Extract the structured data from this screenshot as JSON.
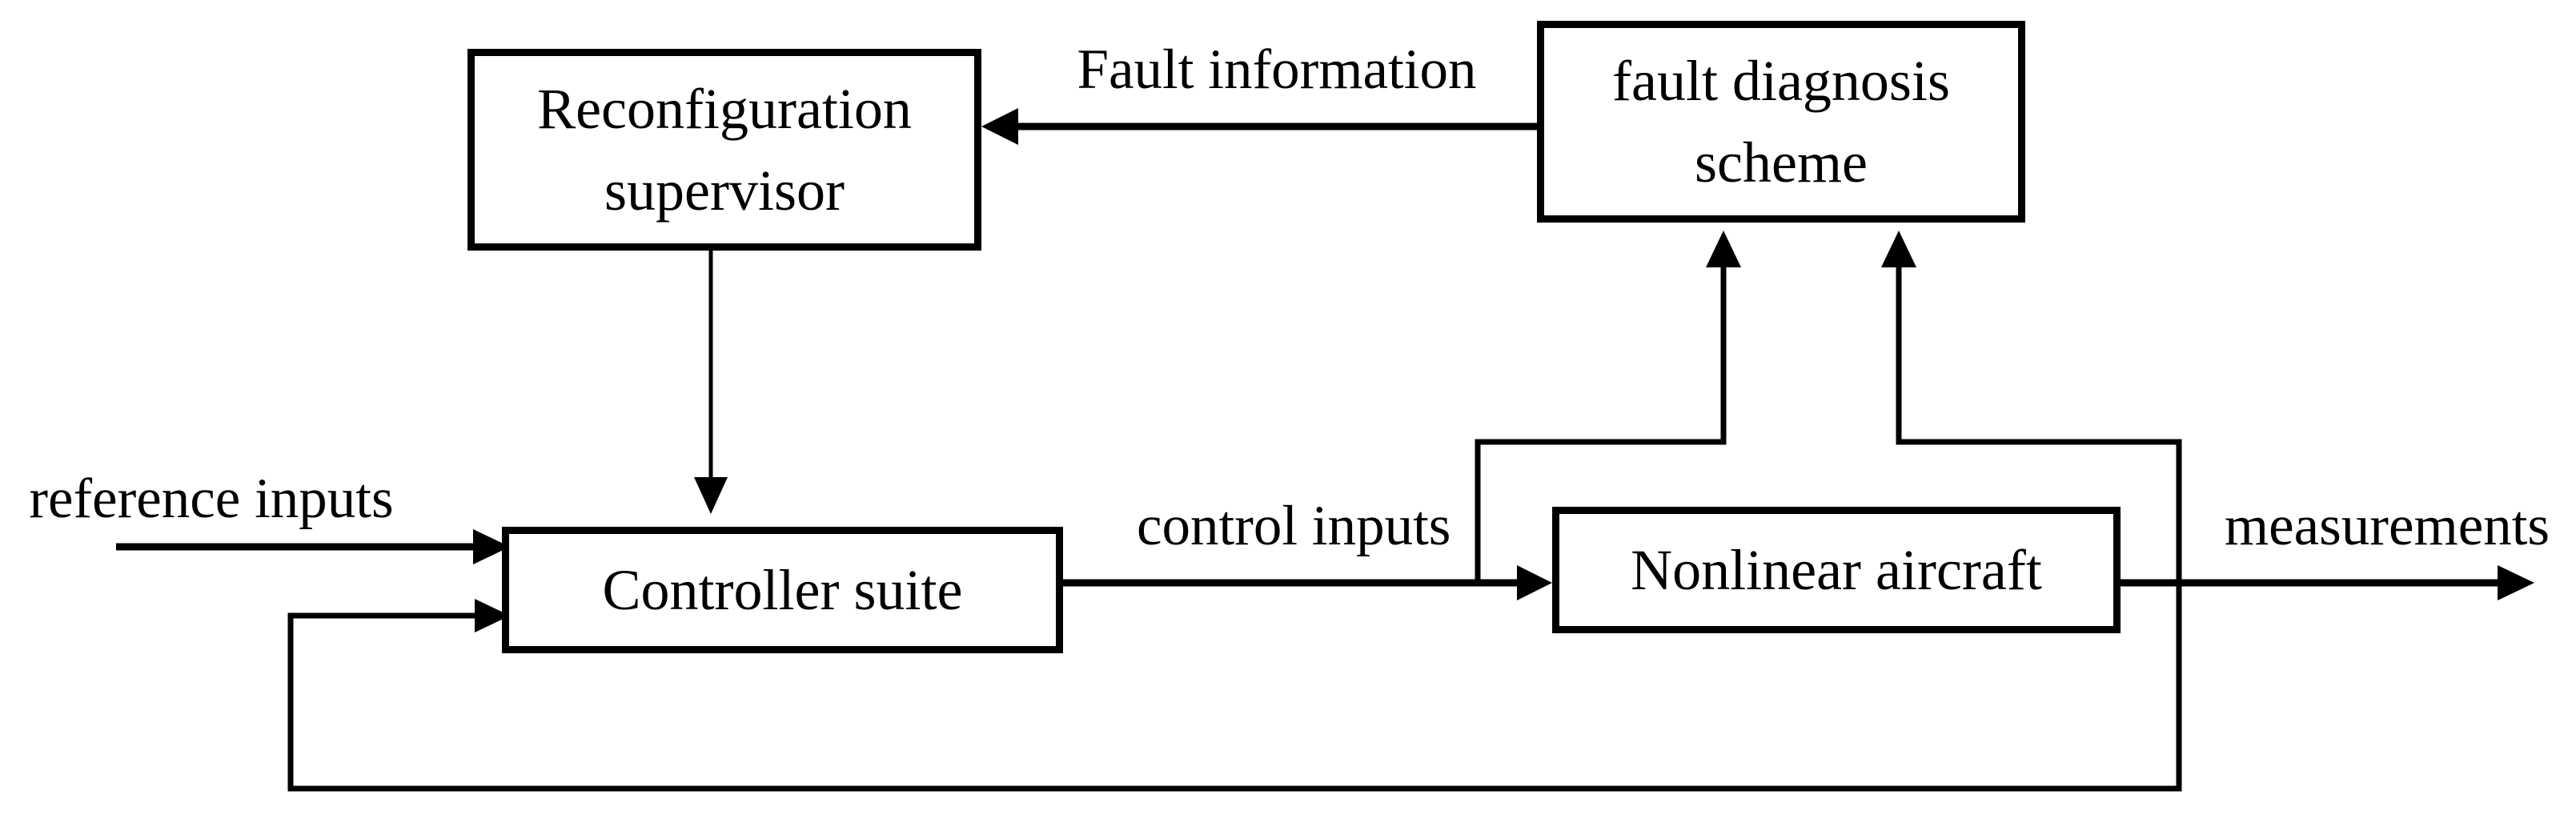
{
  "diagram": {
    "type": "block-diagram",
    "colors": {
      "ink": "#000000",
      "background": "#ffffff"
    },
    "boxes": {
      "reconfiguration_supervisor": {
        "label": "Reconfiguration\nsupervisor"
      },
      "fault_diagnosis_scheme": {
        "label": "fault diagnosis\nscheme"
      },
      "controller_suite": {
        "label": "Controller suite"
      },
      "nonlinear_aircraft": {
        "label": "Nonlinear aircraft"
      }
    },
    "edge_labels": {
      "fault_information": "Fault information",
      "reference_inputs": "reference inputs",
      "control_inputs": "control inputs",
      "measurements": "measurements"
    },
    "edges": [
      {
        "from": "fault diagnosis scheme",
        "to": "Reconfiguration supervisor",
        "label": "Fault information",
        "style": "thick-arrow"
      },
      {
        "from": "Reconfiguration supervisor",
        "to": "Controller suite",
        "label": "",
        "style": "thin-arrow"
      },
      {
        "from": "external",
        "to": "Controller suite",
        "label": "reference inputs",
        "style": "thick-arrow"
      },
      {
        "from": "Controller suite",
        "to": "Nonlinear aircraft",
        "label": "control inputs",
        "style": "thick-arrow"
      },
      {
        "from": "Nonlinear aircraft",
        "to": "external",
        "label": "measurements",
        "style": "thick-arrow"
      },
      {
        "from": "control inputs tap",
        "to": "fault diagnosis scheme",
        "label": "",
        "style": "arrow"
      },
      {
        "from": "measurements tap",
        "to": "fault diagnosis scheme",
        "label": "",
        "style": "arrow"
      },
      {
        "from": "measurements tap",
        "to": "Controller suite",
        "label": "",
        "style": "feedback-arrow"
      }
    ]
  }
}
